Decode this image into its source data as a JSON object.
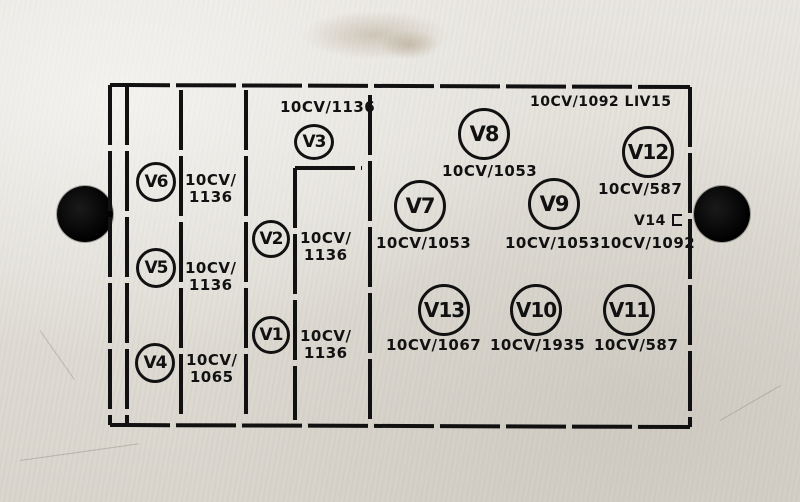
{
  "title_code": "10CV/1092 LIV15",
  "valves": [
    {
      "id": "V1",
      "label": "V1",
      "code": [
        "10CV/",
        "1136"
      ]
    },
    {
      "id": "V2",
      "label": "V2",
      "code": [
        "10CV/",
        "1136"
      ]
    },
    {
      "id": "V3",
      "label": "V3",
      "code": [
        "10CV/1136"
      ]
    },
    {
      "id": "V4",
      "label": "V4",
      "code": [
        "10CV/",
        "1065"
      ]
    },
    {
      "id": "V5",
      "label": "V5",
      "code": [
        "10CV/",
        "1136"
      ]
    },
    {
      "id": "V6",
      "label": "V6",
      "code": [
        "10CV/",
        "1136"
      ]
    },
    {
      "id": "V7",
      "label": "V7",
      "code": [
        "10CV/1053"
      ]
    },
    {
      "id": "V8",
      "label": "V8",
      "code": [
        "10CV/1053"
      ]
    },
    {
      "id": "V9",
      "label": "V9",
      "code": [
        "10CV/1053"
      ]
    },
    {
      "id": "V10",
      "label": "V10",
      "code": [
        "10CV/1935"
      ]
    },
    {
      "id": "V11",
      "label": "V11",
      "code": [
        "10CV/587"
      ]
    },
    {
      "id": "V12",
      "label": "V12",
      "code": [
        "10CV/587"
      ]
    },
    {
      "id": "V13",
      "label": "V13",
      "code": [
        "10CV/1067"
      ]
    },
    {
      "id": "V14",
      "label": "V14",
      "code": [
        "10CV/1092"
      ]
    }
  ],
  "colors": {
    "stencil": "#111111",
    "plate": "#e4e1da",
    "hole": "#000000"
  }
}
